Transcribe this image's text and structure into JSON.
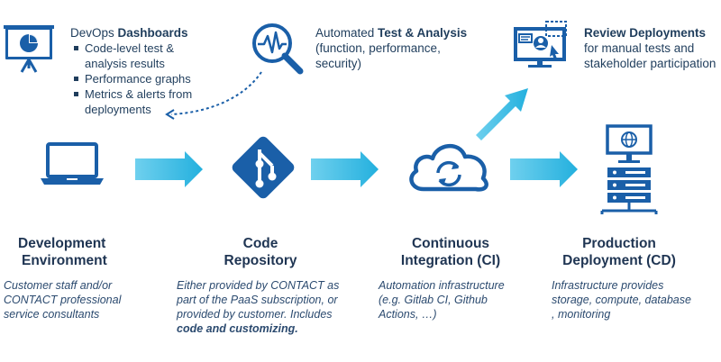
{
  "dashboards": {
    "title_prefix": "DevOps ",
    "title_bold": "Dashboards",
    "items": [
      "Code-level test & analysis results",
      "Performance graphs",
      "Metrics & alerts from deployments"
    ]
  },
  "testing": {
    "prefix": "Automated ",
    "bold": "Test & Analysis",
    "suffix": " (function, performance, security)"
  },
  "review": {
    "title": "Review Deployments",
    "desc": "for manual tests and stakeholder participation"
  },
  "stages": [
    {
      "title_line1": "Development",
      "title_line2": "Environment",
      "desc": "Customer staff and/or CONTACT professional service consultants"
    },
    {
      "title_line1": "Code",
      "title_line2": "Repository",
      "desc": "Either provided by CONTACT as part of the PaaS subscription, or provided by customer. Includes ",
      "desc_bold": "code and customizing."
    },
    {
      "title_line1": "Continuous",
      "title_line2": "Integration (CI)",
      "desc": "Automation infrastructure (e.g. Gitlab CI, Github Actions, …)"
    },
    {
      "title_line1": "Production",
      "title_line2": "Deployment (CD)",
      "desc": "Infrastructure provides storage, compute, database , monitoring"
    }
  ],
  "colors": {
    "navy": "#1a5fa8",
    "arrow_cyan": "#2db4e0",
    "text_dark": "#1f3553"
  },
  "icons": [
    "presentation-board-icon",
    "waveform-magnifier-icon",
    "review-monitor-icon",
    "laptop-icon",
    "git-diamond-icon",
    "cloud-sync-icon",
    "server-rack-icon"
  ]
}
